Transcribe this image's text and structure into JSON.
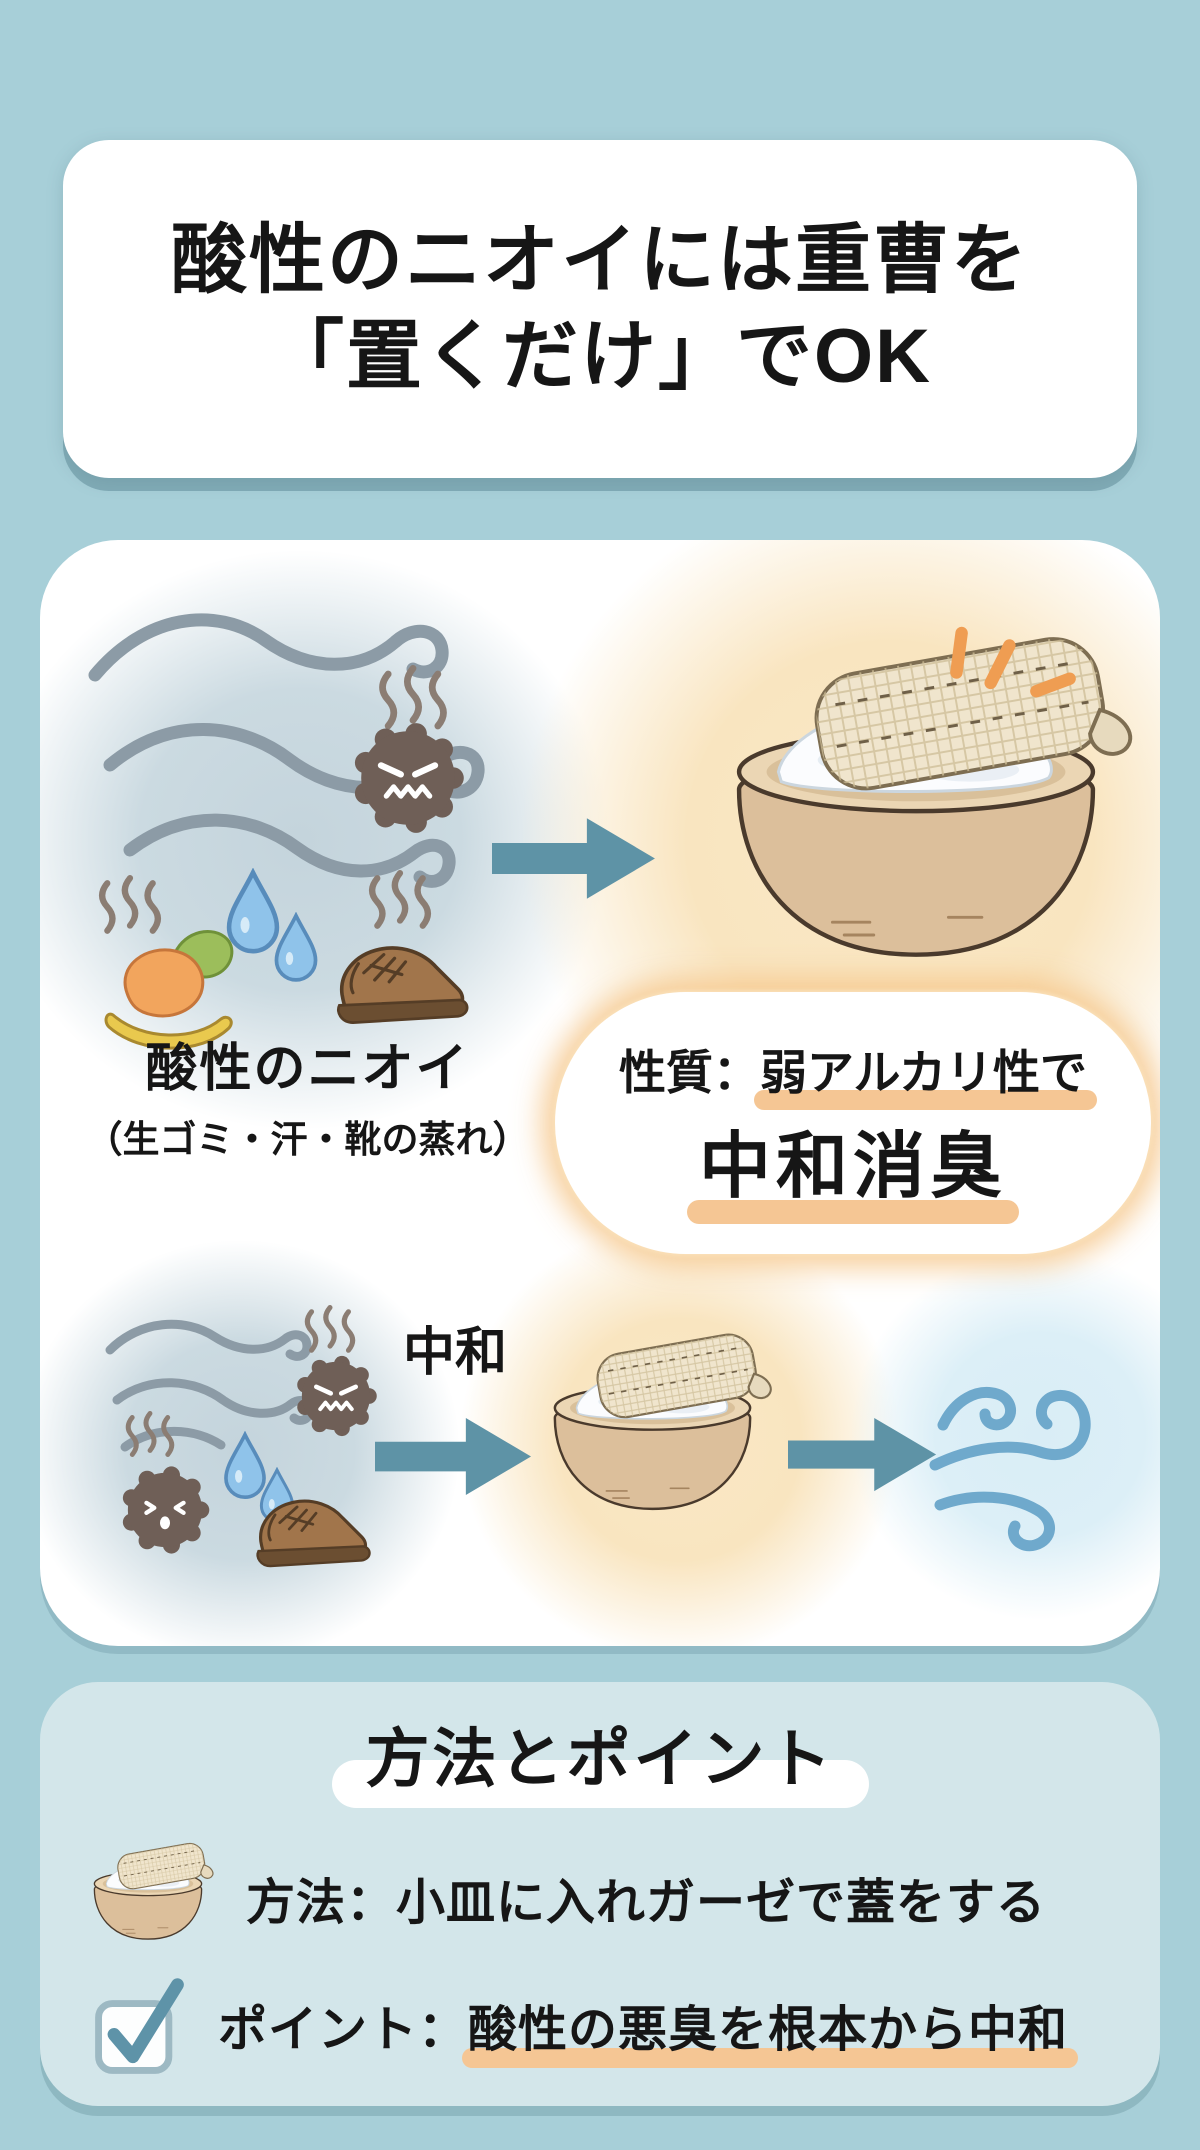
{
  "colors": {
    "background": "#A7CFD8",
    "card_white": "#FFFFFF",
    "points_card_bg": "#D3E6EA",
    "arrow_teal": "#5E93A6",
    "highlight_orange": "#F5C694",
    "bubble_glow_orange": "#F6C78B",
    "text_black": "#161616",
    "fresh_air_blue": "#6FA9CC",
    "germ_brown": "#6F5F57",
    "bowl_tan": "#DCBF9B",
    "sparkle_orange": "#EF9D52"
  },
  "title_card": {
    "line1": "酸性のニオイには重曹を",
    "line2": "「置くだけ」でOK"
  },
  "diagram": {
    "smell_label": "酸性のニオイ",
    "smell_sublabel": "（生ゴミ・汗・靴の蒸れ）",
    "bubble": {
      "prefix": "性質：",
      "property": "弱アルカリ性で",
      "effect": "中和消臭"
    },
    "process": {
      "neutralize_label": "中和"
    }
  },
  "points_card": {
    "heading": "方法とポイント",
    "method": {
      "label": "方法：",
      "text": "小皿に入れガーゼで蓋をする"
    },
    "point": {
      "label": "ポイント：",
      "highlight": "酸性の悪臭を根本から中和"
    }
  },
  "icons": {
    "odor_wind": "gray odor swirl lines",
    "steam": "steam squiggles",
    "germ_angry": "angry odor germ",
    "germ_distressed": "distressed odor germ",
    "sweat_drops": "sweat droplets",
    "garbage": "food waste",
    "shoe": "brown shoe",
    "arrow_right": "teal right arrow",
    "baking_soda_bowl": "bowl of baking soda covered with gauze",
    "sparkle": "orange emphasis sparkles",
    "fresh_air": "blue fresh air swirls",
    "checkbox": "checked checkbox"
  }
}
